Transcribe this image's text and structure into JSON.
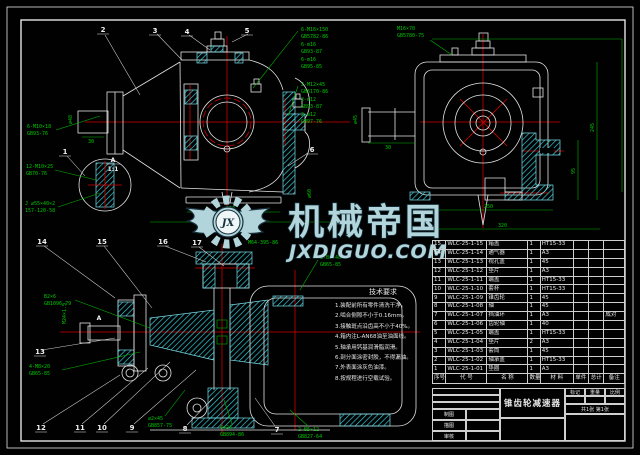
{
  "watermark": {
    "brand": "机械帝国",
    "site": "JXDIGUO.COM",
    "monogram": "JX",
    "fill_color": "#b2d5db",
    "outline_color": "#16303c"
  },
  "balloons": [
    "1",
    "2",
    "3",
    "4",
    "5",
    "6",
    "7",
    "8",
    "9",
    "10",
    "11",
    "12",
    "13",
    "14",
    "15",
    "16",
    "17"
  ],
  "detail": {
    "label": "A",
    "scale": "1:1",
    "section_arrow": "A"
  },
  "ann": {
    "front_left": [
      {
        "l1": "6-M10×18",
        "l2": "GB93-76"
      },
      {
        "l1": "12-M10×25",
        "l2": "GB70-76"
      },
      {
        "l1": "J ∅55×40×2",
        "l2": "157-120-58"
      }
    ],
    "top_group1": [
      {
        "l1": "6-M16×150",
        "l2": "GB5782-86"
      },
      {
        "l1": "6-m16",
        "l2": "GB93-87"
      },
      {
        "l1": "6-m16",
        "l2": "GB95-85"
      }
    ],
    "top_group2": [
      {
        "l1": "2-M12×45",
        "l2": "GB6170-86"
      },
      {
        "l1": "2-m12",
        "l2": "GB93-87"
      },
      {
        "l1": "2-∅12",
        "l2": "GB97-76"
      }
    ],
    "right_top": {
      "l1": "M16×70",
      "l2": "GB5780-75"
    },
    "section": [
      {
        "l1": "B2×6",
        "l2": "GB1096-79"
      },
      {
        "l1": "4-M8×20",
        "l2": "GB65-85"
      },
      {
        "l1": "∅2×45",
        "l2": "GB857-75"
      },
      {
        "l1": "6×24",
        "l2": "GB894-86"
      },
      {
        "l1": "2-B5×12",
        "l2": "GB827-64"
      },
      {
        "l1": "2-B6×40",
        "l2": "GB65-85"
      }
    ],
    "section_single": [
      "M64-395-86",
      "∅60",
      "M24×1.5"
    ]
  },
  "dims": {
    "front_dia": "∅48",
    "front_len": "30",
    "front_w1": "250",
    "front_w2": "420",
    "right_dia": "∅45",
    "right_len": "30",
    "right_w1": "250",
    "right_w2": "320",
    "right_h1": "245",
    "right_h2": "95"
  },
  "tech_requirements": {
    "title": "技术要求",
    "items": [
      "1.装配前所有零件清洗干净。",
      "2.啮合侧隙不小于0.16mm。",
      "3.接触斑点沿齿高不小于40%。",
      "4.箱内注L-AN68油至油面线。",
      "5.轴承用钙基润滑脂润滑。",
      "6.剖分面涂密封胶，不得漏油。",
      "7.外表面涂灰色油漆。",
      "8.按规程进行空载试验。"
    ]
  },
  "bom": {
    "headers": [
      "序号",
      "代 号",
      "名 称",
      "数量",
      "材 料",
      "单件",
      "总计",
      "备注"
    ],
    "rows": [
      [
        "15",
        "WLC-25-1-15",
        "箱盖",
        "1",
        "HT15-33",
        "",
        "",
        ""
      ],
      [
        "14",
        "WLC-25-1-14",
        "通气器",
        "1",
        "A3",
        "",
        "",
        ""
      ],
      [
        "13",
        "WLC-25-1-13",
        "视孔盖",
        "1",
        "45",
        "",
        "",
        ""
      ],
      [
        "12",
        "WLC-25-1-12",
        "垫片",
        "1",
        "A3",
        "",
        "",
        ""
      ],
      [
        "11",
        "WLC-25-1-11",
        "端盖",
        "1",
        "HT15-33",
        "",
        "",
        ""
      ],
      [
        "10",
        "WLC-25-1-10",
        "套杯",
        "1",
        "HT15-33",
        "",
        "",
        ""
      ],
      [
        "9",
        "WLC-25-1-09",
        "锥齿轮",
        "1",
        "45",
        "",
        "",
        ""
      ],
      [
        "8",
        "WLC-25-1-08",
        "轴",
        "1",
        "45",
        "",
        "",
        ""
      ],
      [
        "7",
        "WLC-25-1-07",
        "挡油环",
        "1",
        "A3",
        "",
        "",
        "成对"
      ],
      [
        "6",
        "WLC-25-1-06",
        "齿轮轴",
        "1",
        "40",
        "",
        "",
        ""
      ],
      [
        "5",
        "WLC-25-1-05",
        "端盖",
        "1",
        "HT15-33",
        "",
        "",
        ""
      ],
      [
        "4",
        "WLC-25-1-04",
        "垫片",
        "2",
        "A3",
        "",
        "",
        ""
      ],
      [
        "3",
        "WLC-25-1-03",
        "套筒",
        "1",
        "45",
        "",
        "",
        ""
      ],
      [
        "2",
        "WLC-25-1-02",
        "轴承盖",
        "1",
        "HT15-33",
        "",
        "",
        ""
      ],
      [
        "1",
        "WLC-25-1-01",
        "垫圈",
        "1",
        "A3",
        "",
        "",
        ""
      ]
    ]
  },
  "title_block": {
    "title": "锥齿轮减速器",
    "left_rows": [
      "制图",
      "描图",
      "审核"
    ],
    "right_labels": {
      "r1": "标记",
      "r2": "重量",
      "r3": "比例",
      "sheet": "共1张 第1张"
    }
  }
}
